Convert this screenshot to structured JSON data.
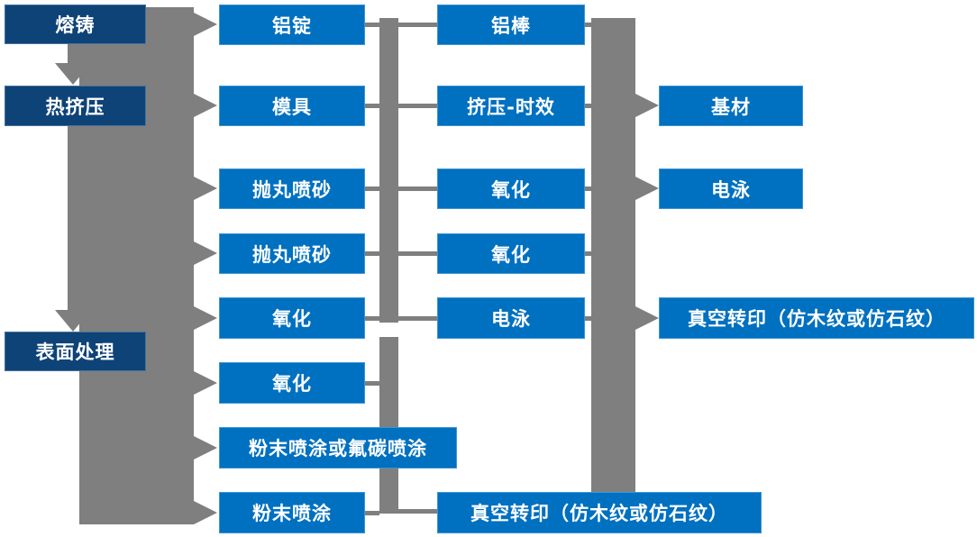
{
  "diagram": {
    "colors": {
      "node_dark": "#0e4377",
      "node_blue": "#0070c0",
      "connector_gray": "#7f7f7f",
      "text_white": "#ffffff"
    },
    "col1": [
      "熔铸",
      "热挤压",
      "表面处理"
    ],
    "col2": [
      "铝锭",
      "模具",
      "抛丸喷砂",
      "抛丸喷砂",
      "氧化",
      "氧化",
      "粉末喷涂或氟碳喷涂",
      "粉末喷涂"
    ],
    "col3": [
      "铝棒",
      "挤压-时效",
      "氧化",
      "氧化",
      "电泳",
      "真空转印（仿木纹或仿石纹）"
    ],
    "col4": [
      "基材",
      "电泳",
      "真空转印（仿木纹或仿石纹）"
    ]
  }
}
